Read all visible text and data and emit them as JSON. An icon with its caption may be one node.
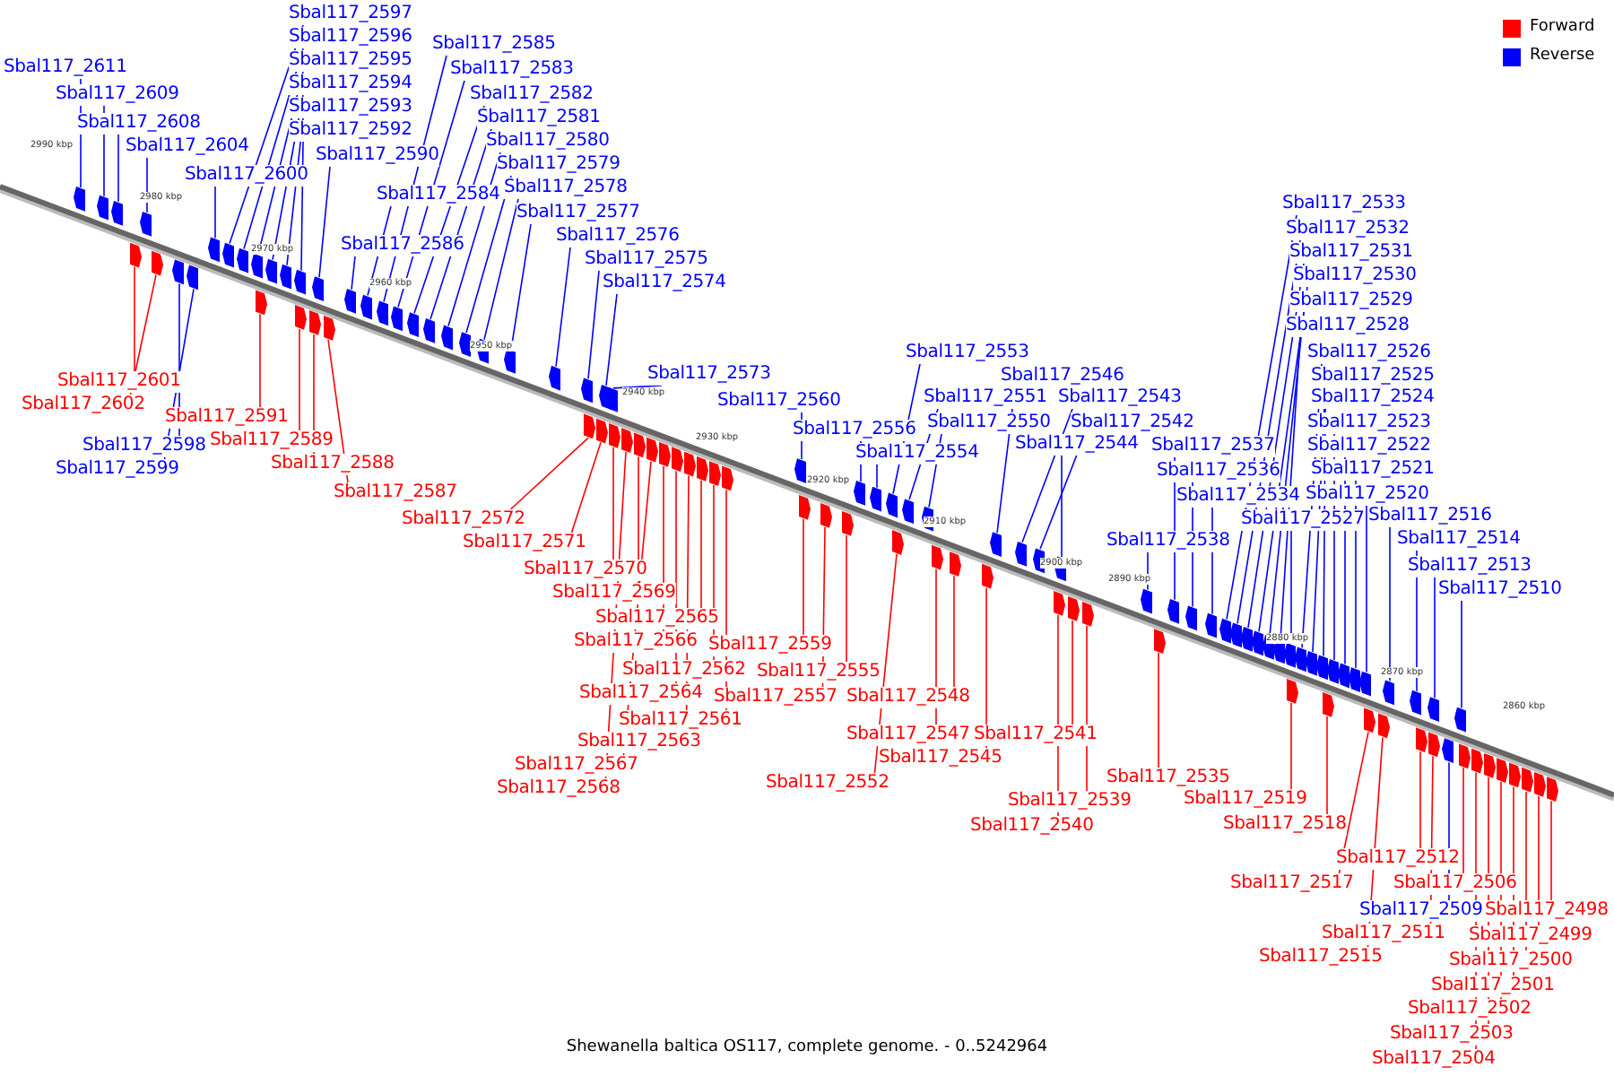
{
  "diagram": {
    "caption": "Shewanella baltica OS117, complete genome. - 0..5242964",
    "nodes": [
      {
        "text": [
          "Sbal117_2611"
        ]
      },
      {
        "text": [
          "Sbal117_2609"
        ]
      },
      {
        "text": [
          "Sbal117_2608"
        ]
      },
      {
        "text": [
          "Sbal117_2604"
        ]
      },
      {
        "text": [
          "Sbal117_2600"
        ]
      },
      {
        "text": [
          "Sbal117_2597"
        ]
      },
      {
        "text": [
          "Sbal117_2596"
        ]
      },
      {
        "text": [
          "Sbal117_2595"
        ]
      },
      {
        "text": [
          "Sbal117_2594"
        ]
      },
      {
        "text": [
          "Sbal117_2593"
        ]
      },
      {
        "text": [
          "Sbal117_2592"
        ]
      },
      {
        "text": [
          "Sbal117_2590"
        ]
      },
      {
        "text": [
          "Sbal117_2585"
        ]
      },
      {
        "text": [
          "Sbal117_2583"
        ]
      },
      {
        "text": [
          "Sbal117_2582"
        ]
      },
      {
        "text": [
          "Sbal117_2581"
        ]
      },
      {
        "text": [
          "Sbal117_2580"
        ]
      },
      {
        "text": [
          "Sbal117_2584"
        ]
      },
      {
        "text": [
          "Sbal117_2579"
        ]
      },
      {
        "text": [
          "Sbal117_2578"
        ]
      },
      {
        "text": [
          "Sbal117_2577"
        ]
      },
      {
        "text": [
          "Sbal117_2586"
        ]
      },
      {
        "text": [
          "Sbal117_2576"
        ]
      },
      {
        "text": [
          "Sbal117_2575"
        ]
      },
      {
        "text": [
          "Sbal117_2574"
        ]
      },
      {
        "text": [
          "Sbal117_2573"
        ]
      },
      {
        "text": [
          "Sbal117_2560"
        ]
      },
      {
        "text": [
          "Sbal117_2553"
        ]
      },
      {
        "text": [
          "Sbal117_2546"
        ]
      },
      {
        "text": [
          "Sbal117_2551"
        ]
      },
      {
        "text": [
          "Sbal117_2543"
        ]
      },
      {
        "text": [
          "Sbal117_2550"
        ]
      },
      {
        "text": [
          "Sbal117_2542"
        ]
      },
      {
        "text": [
          "Sbal117_2556"
        ]
      },
      {
        "text": [
          "Sbal117_2554"
        ]
      },
      {
        "text": [
          "Sbal117_2544"
        ]
      },
      {
        "text": [
          "Sbal117_2538"
        ]
      },
      {
        "text": [
          "Sbal117_2537"
        ]
      },
      {
        "text": [
          "Sbal117_2536"
        ]
      },
      {
        "text": [
          "Sbal117_2534"
        ]
      },
      {
        "text": [
          "Sbal117_2527"
        ]
      },
      {
        "text": [
          "Sbal117_2533"
        ]
      },
      {
        "text": [
          "Sbal117_2532"
        ]
      },
      {
        "text": [
          "Sbal117_2531"
        ]
      },
      {
        "text": [
          "Sbal117_2530"
        ]
      },
      {
        "text": [
          "Sbal117_2529"
        ]
      },
      {
        "text": [
          "Sbal117_2528"
        ]
      },
      {
        "text": [
          "Sbal117_2526"
        ]
      },
      {
        "text": [
          "Sbal117_2525"
        ]
      },
      {
        "text": [
          "Sbal117_2524"
        ]
      },
      {
        "text": [
          "Sbal117_2523"
        ]
      },
      {
        "text": [
          "Sbal117_2522"
        ]
      },
      {
        "text": [
          "Sbal117_2521"
        ]
      },
      {
        "text": [
          "Sbal117_2520"
        ]
      },
      {
        "text": [
          "Sbal117_2516"
        ]
      },
      {
        "text": [
          "Sbal117_2514"
        ]
      },
      {
        "text": [
          "Sbal117_2513"
        ]
      },
      {
        "text": [
          "Sbal117_2510"
        ]
      },
      {
        "text": [
          "Sbal117_2598"
        ]
      },
      {
        "text": [
          "Sbal117_2599"
        ]
      },
      {
        "text": [
          "Sbal117_2509"
        ]
      },
      {
        "text": [
          "Sbal117_2601"
        ]
      },
      {
        "text": [
          "Sbal117_2602"
        ]
      },
      {
        "text": [
          "Sbal117_2591"
        ]
      },
      {
        "text": [
          "Sbal117_2589"
        ]
      },
      {
        "text": [
          "Sbal117_2588"
        ]
      },
      {
        "text": [
          "Sbal117_2587"
        ]
      },
      {
        "text": [
          "Sbal117_2572"
        ]
      },
      {
        "text": [
          "Sbal117_2571"
        ]
      },
      {
        "text": [
          "Sbal117_2570"
        ]
      },
      {
        "text": [
          "Sbal117_2569"
        ]
      },
      {
        "text": [
          "Sbal117_2565"
        ]
      },
      {
        "text": [
          "Sbal117_2566"
        ]
      },
      {
        "text": [
          "Sbal117_2559"
        ]
      },
      {
        "text": [
          "Sbal117_2562"
        ]
      },
      {
        "text": [
          "Sbal117_2555"
        ]
      },
      {
        "text": [
          "Sbal117_2564"
        ]
      },
      {
        "text": [
          "Sbal117_2557"
        ]
      },
      {
        "text": [
          "Sbal117_2548"
        ]
      },
      {
        "text": [
          "Sbal117_2561"
        ]
      },
      {
        "text": [
          "Sbal117_2563"
        ]
      },
      {
        "text": [
          "Sbal117_2547"
        ]
      },
      {
        "text": [
          "Sbal117_2541"
        ]
      },
      {
        "text": [
          "Sbal117_2545"
        ]
      },
      {
        "text": [
          "Sbal117_2567"
        ]
      },
      {
        "text": [
          "Sbal117_2552"
        ]
      },
      {
        "text": [
          "Sbal117_2568"
        ]
      },
      {
        "text": [
          "Sbal117_2535"
        ]
      },
      {
        "text": [
          "Sbal117_2539"
        ]
      },
      {
        "text": [
          "Sbal117_2519"
        ]
      },
      {
        "text": [
          "Sbal117_2540"
        ]
      },
      {
        "text": [
          "Sbal117_2518"
        ]
      },
      {
        "text": [
          "Sbal117_2512"
        ]
      },
      {
        "text": [
          "Sbal117_2517"
        ]
      },
      {
        "text": [
          "Sbal117_2506"
        ]
      },
      {
        "text": [
          "Sbal117_2511"
        ]
      },
      {
        "text": [
          "Sbal117_2498"
        ]
      },
      {
        "text": [
          "Sbal117_2515"
        ]
      },
      {
        "text": [
          "Sbal117_2499"
        ]
      },
      {
        "text": [
          "Sbal117_2500"
        ]
      },
      {
        "text": [
          "Sbal117_2501"
        ]
      },
      {
        "text": [
          "Sbal117_2502"
        ]
      },
      {
        "text": [
          "Sbal117_2503"
        ]
      },
      {
        "text": [
          "Sbal117_2504"
        ]
      },
      {
        "text": [],
        "shape": "box"
      },
      {
        "text": [],
        "shape": "box"
      },
      {
        "text": [],
        "shape": "box"
      },
      {
        "text": [],
        "shape": "box"
      },
      {
        "text": [],
        "shape": "box"
      },
      {
        "text": [],
        "shape": "box"
      },
      {
        "text": [],
        "shape": "box"
      },
      {
        "text": [],
        "shape": "box"
      },
      {
        "text": [],
        "shape": "box"
      },
      {
        "text": [],
        "shape": "box"
      },
      {
        "text": [],
        "shape": "box"
      },
      {
        "text": [],
        "shape": "box"
      },
      {
        "text": [],
        "shape": "box"
      },
      {
        "text": [],
        "shape": "box"
      },
      {
        "text": [],
        "shape": "box"
      },
      {
        "text": [],
        "shape": "box"
      },
      {
        "text": [],
        "shape": "box"
      },
      {
        "text": [],
        "shape": "box"
      },
      {
        "text": [],
        "shape": "box"
      },
      {
        "text": [],
        "shape": "box"
      },
      {
        "text": [],
        "shape": "box"
      },
      {
        "text": [],
        "shape": "box"
      },
      {
        "text": [],
        "shape": "box"
      },
      {
        "text": [],
        "shape": "box"
      },
      {
        "text": [],
        "shape": "box"
      },
      {
        "text": [],
        "shape": "box"
      },
      {
        "text": [],
        "shape": "box"
      },
      {
        "text": [],
        "shape": "box"
      },
      {
        "text": [],
        "shape": "box"
      },
      {
        "text": [],
        "shape": "box"
      },
      {
        "text": [],
        "shape": "box"
      },
      {
        "text": [],
        "shape": "box"
      },
      {
        "text": [],
        "shape": "box"
      },
      {
        "text": [],
        "shape": "box"
      },
      {
        "text": [],
        "shape": "box"
      },
      {
        "text": [],
        "shape": "box"
      },
      {
        "text": [],
        "shape": "box"
      },
      {
        "text": [],
        "shape": "box"
      },
      {
        "text": [],
        "shape": "box"
      },
      {
        "text": [],
        "shape": "box"
      },
      {
        "text": [],
        "shape": "box"
      },
      {
        "text": [],
        "shape": "box"
      },
      {
        "text": [],
        "shape": "box"
      },
      {
        "text": [],
        "shape": "box"
      },
      {
        "text": [],
        "shape": "box"
      },
      {
        "text": [],
        "shape": "box"
      },
      {
        "text": [],
        "shape": "box"
      },
      {
        "text": [],
        "shape": "box"
      },
      {
        "text": [],
        "shape": "box"
      },
      {
        "text": [],
        "shape": "box"
      },
      {
        "text": [],
        "shape": "box"
      },
      {
        "text": [],
        "shape": "box"
      },
      {
        "text": [],
        "shape": "box"
      },
      {
        "text": [],
        "shape": "box"
      },
      {
        "text": [],
        "shape": "box"
      },
      {
        "text": [],
        "shape": "box"
      },
      {
        "text": [],
        "shape": "box"
      },
      {
        "text": [],
        "shape": "box"
      },
      {
        "text": [],
        "shape": "box"
      },
      {
        "text": [],
        "shape": "box"
      },
      {
        "text": [],
        "shape": "box"
      },
      {
        "text": [],
        "shape": "box"
      },
      {
        "text": [],
        "shape": "box"
      },
      {
        "text": [],
        "shape": "box"
      },
      {
        "text": [],
        "shape": "box"
      },
      {
        "text": [],
        "shape": "box"
      },
      {
        "text": [],
        "shape": "box"
      },
      {
        "text": [],
        "shape": "box"
      },
      {
        "text": [],
        "shape": "box"
      },
      {
        "text": [],
        "shape": "box"
      },
      {
        "text": [],
        "shape": "box"
      },
      {
        "text": [],
        "shape": "box"
      },
      {
        "text": [],
        "shape": "box"
      },
      {
        "text": [],
        "shape": "box"
      },
      {
        "text": [],
        "shape": "box"
      },
      {
        "text": [],
        "shape": "box"
      },
      {
        "text": [],
        "shape": "box"
      },
      {
        "text": [],
        "shape": "box"
      },
      {
        "text": [],
        "shape": "box"
      },
      {
        "text": [],
        "shape": "box"
      },
      {
        "text": [],
        "shape": "box"
      },
      {
        "text": [],
        "shape": "box"
      },
      {
        "text": [],
        "shape": "box"
      },
      {
        "text": [],
        "shape": "box"
      },
      {
        "text": [],
        "shape": "box"
      },
      {
        "text": [],
        "shape": "box"
      },
      {
        "text": [],
        "shape": "box"
      },
      {
        "text": [],
        "shape": "box"
      },
      {
        "text": [],
        "shape": "box"
      },
      {
        "text": [],
        "shape": "box"
      },
      {
        "text": [],
        "shape": "box"
      },
      {
        "text": [],
        "shape": "box"
      },
      {
        "text": [],
        "shape": "box"
      },
      {
        "text": [],
        "shape": "box"
      },
      {
        "text": [],
        "shape": "box"
      },
      {
        "text": [],
        "shape": "box"
      },
      {
        "text": [],
        "shape": "box"
      },
      {
        "text": [],
        "shape": "box"
      },
      {
        "text": [],
        "shape": "box"
      },
      {
        "text": [],
        "shape": "box"
      },
      {
        "text": [],
        "shape": "box"
      },
      {
        "text": [],
        "shape": "box"
      },
      {
        "text": [],
        "shape": "box"
      },
      {
        "text": [],
        "shape": "box"
      }
    ],
    "edges": [
      {
        "from": 0,
        "to": 104,
        "arrow": "none"
      },
      {
        "from": 1,
        "to": 105,
        "arrow": "none"
      },
      {
        "from": 2,
        "to": 106,
        "arrow": "none"
      },
      {
        "from": 3,
        "to": 107,
        "arrow": "none"
      },
      {
        "from": 4,
        "to": 108,
        "arrow": "none"
      },
      {
        "from": 5,
        "to": 109,
        "arrow": "none"
      },
      {
        "from": 6,
        "to": 110,
        "arrow": "none"
      },
      {
        "from": 7,
        "to": 111,
        "arrow": "none"
      },
      {
        "from": 8,
        "to": 112,
        "arrow": "none"
      },
      {
        "from": 9,
        "to": 113,
        "arrow": "none"
      },
      {
        "from": 10,
        "to": 114,
        "arrow": "none"
      },
      {
        "from": 11,
        "to": 115,
        "arrow": "none"
      },
      {
        "from": 12,
        "to": 116,
        "arrow": "none"
      },
      {
        "from": 13,
        "to": 117,
        "arrow": "none"
      },
      {
        "from": 14,
        "to": 118,
        "arrow": "none"
      },
      {
        "from": 15,
        "to": 119,
        "arrow": "none"
      },
      {
        "from": 16,
        "to": 120,
        "arrow": "none"
      },
      {
        "from": 17,
        "to": 121,
        "arrow": "none"
      },
      {
        "from": 18,
        "to": 122,
        "arrow": "none"
      },
      {
        "from": 19,
        "to": 123,
        "arrow": "none"
      },
      {
        "from": 20,
        "to": 124,
        "arrow": "none"
      },
      {
        "from": 21,
        "to": 125,
        "arrow": "none"
      },
      {
        "from": 22,
        "to": 126,
        "arrow": "none"
      },
      {
        "from": 23,
        "to": 127,
        "arrow": "none"
      },
      {
        "from": 24,
        "to": 128,
        "arrow": "none"
      },
      {
        "from": 25,
        "to": 129,
        "arrow": "none"
      },
      {
        "from": 26,
        "to": 130,
        "arrow": "none"
      },
      {
        "from": 27,
        "to": 131,
        "arrow": "none"
      },
      {
        "from": 28,
        "to": 132,
        "arrow": "none"
      },
      {
        "from": 29,
        "to": 133,
        "arrow": "none"
      },
      {
        "from": 30,
        "to": 134,
        "arrow": "none"
      },
      {
        "from": 31,
        "to": 135,
        "arrow": "none"
      },
      {
        "from": 32,
        "to": 136,
        "arrow": "none"
      },
      {
        "from": 33,
        "to": 137,
        "arrow": "none"
      },
      {
        "from": 34,
        "to": 138,
        "arrow": "none"
      },
      {
        "from": 35,
        "to": 139,
        "arrow": "none"
      },
      {
        "from": 36,
        "to": 140,
        "arrow": "none"
      },
      {
        "from": 37,
        "to": 141,
        "arrow": "none"
      },
      {
        "from": 38,
        "to": 142,
        "arrow": "none"
      },
      {
        "from": 39,
        "to": 143,
        "arrow": "none"
      },
      {
        "from": 40,
        "to": 144,
        "arrow": "none"
      },
      {
        "from": 41,
        "to": 145,
        "arrow": "none"
      },
      {
        "from": 42,
        "to": 146,
        "arrow": "none"
      },
      {
        "from": 43,
        "to": 147,
        "arrow": "none"
      },
      {
        "from": 44,
        "to": 148,
        "arrow": "none"
      },
      {
        "from": 45,
        "to": 149,
        "arrow": "none"
      },
      {
        "from": 46,
        "to": 150,
        "arrow": "none"
      },
      {
        "from": 47,
        "to": 151,
        "arrow": "none"
      },
      {
        "from": 48,
        "to": 152,
        "arrow": "none"
      },
      {
        "from": 49,
        "to": 153,
        "arrow": "none"
      },
      {
        "from": 50,
        "to": 154,
        "arrow": "none"
      },
      {
        "from": 51,
        "to": 155,
        "arrow": "none"
      },
      {
        "from": 52,
        "to": 156,
        "arrow": "none"
      },
      {
        "from": 53,
        "to": 157,
        "arrow": "none"
      },
      {
        "from": 54,
        "to": 158,
        "arrow": "none"
      },
      {
        "from": 55,
        "to": 159,
        "arrow": "none"
      },
      {
        "from": 56,
        "to": 160,
        "arrow": "none"
      },
      {
        "from": 57,
        "to": 161,
        "arrow": "none"
      },
      {
        "from": 58,
        "to": 162,
        "arrow": "none"
      },
      {
        "from": 59,
        "to": 163,
        "arrow": "none"
      },
      {
        "from": 60,
        "to": 164,
        "arrow": "none"
      },
      {
        "from": 61,
        "to": 165,
        "arrow": "none",
        "color": "#ff0000"
      },
      {
        "from": 62,
        "to": 166,
        "arrow": "none",
        "color": "#ff0000"
      },
      {
        "from": 63,
        "to": 167,
        "arrow": "none",
        "color": "#ff0000"
      },
      {
        "from": 64,
        "to": 168,
        "arrow": "none",
        "color": "#ff0000"
      },
      {
        "from": 65,
        "to": 169,
        "arrow": "none",
        "color": "#ff0000"
      },
      {
        "from": 66,
        "to": 170,
        "arrow": "none",
        "color": "#ff0000"
      },
      {
        "from": 67,
        "to": 171,
        "arrow": "none",
        "color": "#ff0000"
      },
      {
        "from": 68,
        "to": 172,
        "arrow": "none",
        "color": "#ff0000"
      },
      {
        "from": 69,
        "to": 173,
        "arrow": "none",
        "color": "#ff0000"
      },
      {
        "from": 70,
        "to": 174,
        "arrow": "none",
        "color": "#ff0000"
      },
      {
        "from": 71,
        "to": 175,
        "arrow": "none",
        "color": "#ff0000"
      },
      {
        "from": 72,
        "to": 176,
        "arrow": "none",
        "color": "#ff0000"
      },
      {
        "from": 73,
        "to": 177,
        "arrow": "none",
        "color": "#ff0000"
      },
      {
        "from": 74,
        "to": 178,
        "arrow": "none",
        "color": "#ff0000"
      },
      {
        "from": 75,
        "to": 179,
        "arrow": "none",
        "color": "#ff0000"
      },
      {
        "from": 76,
        "to": 180,
        "arrow": "none",
        "color": "#ff0000"
      },
      {
        "from": 77,
        "to": 181,
        "arrow": "none",
        "color": "#ff0000"
      },
      {
        "from": 78,
        "to": 182,
        "arrow": "none",
        "color": "#ff0000"
      },
      {
        "from": 79,
        "to": 183,
        "arrow": "none",
        "color": "#ff0000"
      },
      {
        "from": 80,
        "to": 184,
        "arrow": "none",
        "color": "#ff0000"
      },
      {
        "from": 81,
        "to": 185,
        "arrow": "none",
        "color": "#ff0000"
      },
      {
        "from": 82,
        "to": 186,
        "arrow": "none",
        "color": "#ff0000"
      },
      {
        "from": 83,
        "to": 187,
        "arrow": "none",
        "color": "#ff0000"
      },
      {
        "from": 84,
        "to": 188,
        "arrow": "none",
        "color": "#ff0000"
      },
      {
        "from": 85,
        "to": 189,
        "arrow": "none",
        "color": "#ff0000"
      },
      {
        "from": 86,
        "to": 190,
        "arrow": "none",
        "color": "#ff0000"
      },
      {
        "from": 87,
        "to": 191,
        "arrow": "none",
        "color": "#ff0000"
      },
      {
        "from": 88,
        "to": 192,
        "arrow": "none",
        "color": "#ff0000"
      },
      {
        "from": 89,
        "to": 193,
        "arrow": "none",
        "color": "#ff0000"
      },
      {
        "from": 90,
        "to": 194,
        "arrow": "none",
        "color": "#ff0000"
      },
      {
        "from": 91,
        "to": 195,
        "arrow": "none",
        "color": "#ff0000"
      },
      {
        "from": 92,
        "to": 196,
        "arrow": "none",
        "color": "#ff0000"
      },
      {
        "from": 93,
        "to": 197,
        "arrow": "none",
        "color": "#ff0000"
      },
      {
        "from": 94,
        "to": 198,
        "arrow": "none",
        "color": "#ff0000"
      },
      {
        "from": 95,
        "to": 199,
        "arrow": "none",
        "color": "#ff0000"
      },
      {
        "from": 96,
        "to": 200,
        "arrow": "none",
        "color": "#ff0000"
      },
      {
        "from": 97,
        "to": 201,
        "arrow": "none",
        "color": "#ff0000"
      },
      {
        "from": 98,
        "to": 202,
        "arrow": "none",
        "color": "#ff0000"
      },
      {
        "from": 99,
        "to": 203,
        "arrow": "none",
        "color": "#ff0000"
      },
      {
        "from": 100,
        "to": 204,
        "arrow": "none",
        "color": "#ff0000"
      },
      {
        "from": 101,
        "to": 205,
        "arrow": "none",
        "color": "#ff0000"
      },
      {
        "from": 102,
        "to": 206,
        "arrow": "none",
        "color": "#ff0000"
      },
      {
        "from": 103,
        "to": 207,
        "arrow": "none",
        "color": "#ff0000"
      }
    ],
    "labels": [
      "2990 kbp",
      "2980 kbp",
      "2970 kbp",
      "2960 kbp",
      "2950 kbp",
      "2940 kbp",
      "2930 kbp",
      "2920 kbp",
      "2910 kbp",
      "2900 kbp",
      "2890 kbp",
      "2880 kbp",
      "2870 kbp",
      "2860 kbp"
    ],
    "legend": [
      {
        "text": "Forward",
        "color": "#ff0000"
      },
      {
        "text": "Reverse",
        "color": "#0000ff"
      }
    ]
  }
}
